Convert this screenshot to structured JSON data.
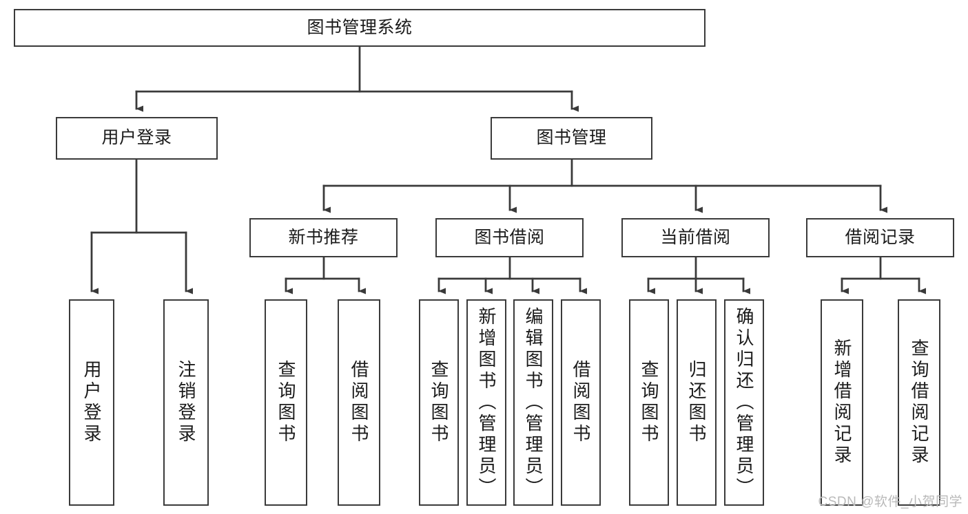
{
  "diagram": {
    "title": "图书管理系统",
    "type": "tree",
    "root": {
      "id": "root",
      "label": "图书管理系统",
      "orientation": "horizontal"
    },
    "level2": [
      {
        "id": "user-login",
        "label": "用户登录",
        "orientation": "horizontal"
      },
      {
        "id": "book-manage",
        "label": "图书管理",
        "orientation": "horizontal"
      }
    ],
    "level3": [
      {
        "id": "new-book-recommend",
        "label": "新书推荐",
        "orientation": "horizontal",
        "parent": "book-manage"
      },
      {
        "id": "book-borrow",
        "label": "图书借阅",
        "orientation": "horizontal",
        "parent": "book-manage"
      },
      {
        "id": "current-borrow",
        "label": "当前借阅",
        "orientation": "horizontal",
        "parent": "book-manage"
      },
      {
        "id": "borrow-record",
        "label": "借阅记录",
        "orientation": "horizontal",
        "parent": "book-manage"
      }
    ],
    "leaves": [
      {
        "id": "leaf-user-login",
        "label": "用户登录",
        "parent": "user-login",
        "orientation": "vertical"
      },
      {
        "id": "leaf-user-logout",
        "label": "注销登录",
        "parent": "user-login",
        "orientation": "vertical"
      },
      {
        "id": "leaf-query-book-1",
        "label": "查询图书",
        "parent": "new-book-recommend",
        "orientation": "vertical"
      },
      {
        "id": "leaf-borrow-book-1",
        "label": "借阅图书",
        "parent": "new-book-recommend",
        "orientation": "vertical"
      },
      {
        "id": "leaf-query-book-2",
        "label": "查询图书",
        "parent": "book-borrow",
        "orientation": "vertical"
      },
      {
        "id": "leaf-add-book",
        "label": "新增图书（管理员）",
        "parent": "book-borrow",
        "orientation": "vertical"
      },
      {
        "id": "leaf-edit-book",
        "label": "编辑图书（管理员）",
        "parent": "book-borrow",
        "orientation": "vertical"
      },
      {
        "id": "leaf-borrow-book-2",
        "label": "借阅图书",
        "parent": "book-borrow",
        "orientation": "vertical"
      },
      {
        "id": "leaf-query-book-3",
        "label": "查询图书",
        "parent": "current-borrow",
        "orientation": "vertical"
      },
      {
        "id": "leaf-return-book",
        "label": "归还图书",
        "parent": "current-borrow",
        "orientation": "vertical"
      },
      {
        "id": "leaf-confirm-return",
        "label": "确认归还（管理员）",
        "parent": "current-borrow",
        "orientation": "vertical"
      },
      {
        "id": "leaf-add-record",
        "label": "新增借阅记录",
        "parent": "borrow-record",
        "orientation": "vertical"
      },
      {
        "id": "leaf-query-record",
        "label": "查询借阅记录",
        "parent": "borrow-record",
        "orientation": "vertical"
      }
    ],
    "colors": {
      "box_border": "#3a3a3a",
      "box_fill": "#ffffff",
      "connector": "#3a3a3a",
      "text": "#1b1b1b",
      "watermark": "#b9b9b9",
      "background": "#ffffff"
    }
  },
  "watermark": {
    "text": "CSDN @软件_小贺同学"
  }
}
